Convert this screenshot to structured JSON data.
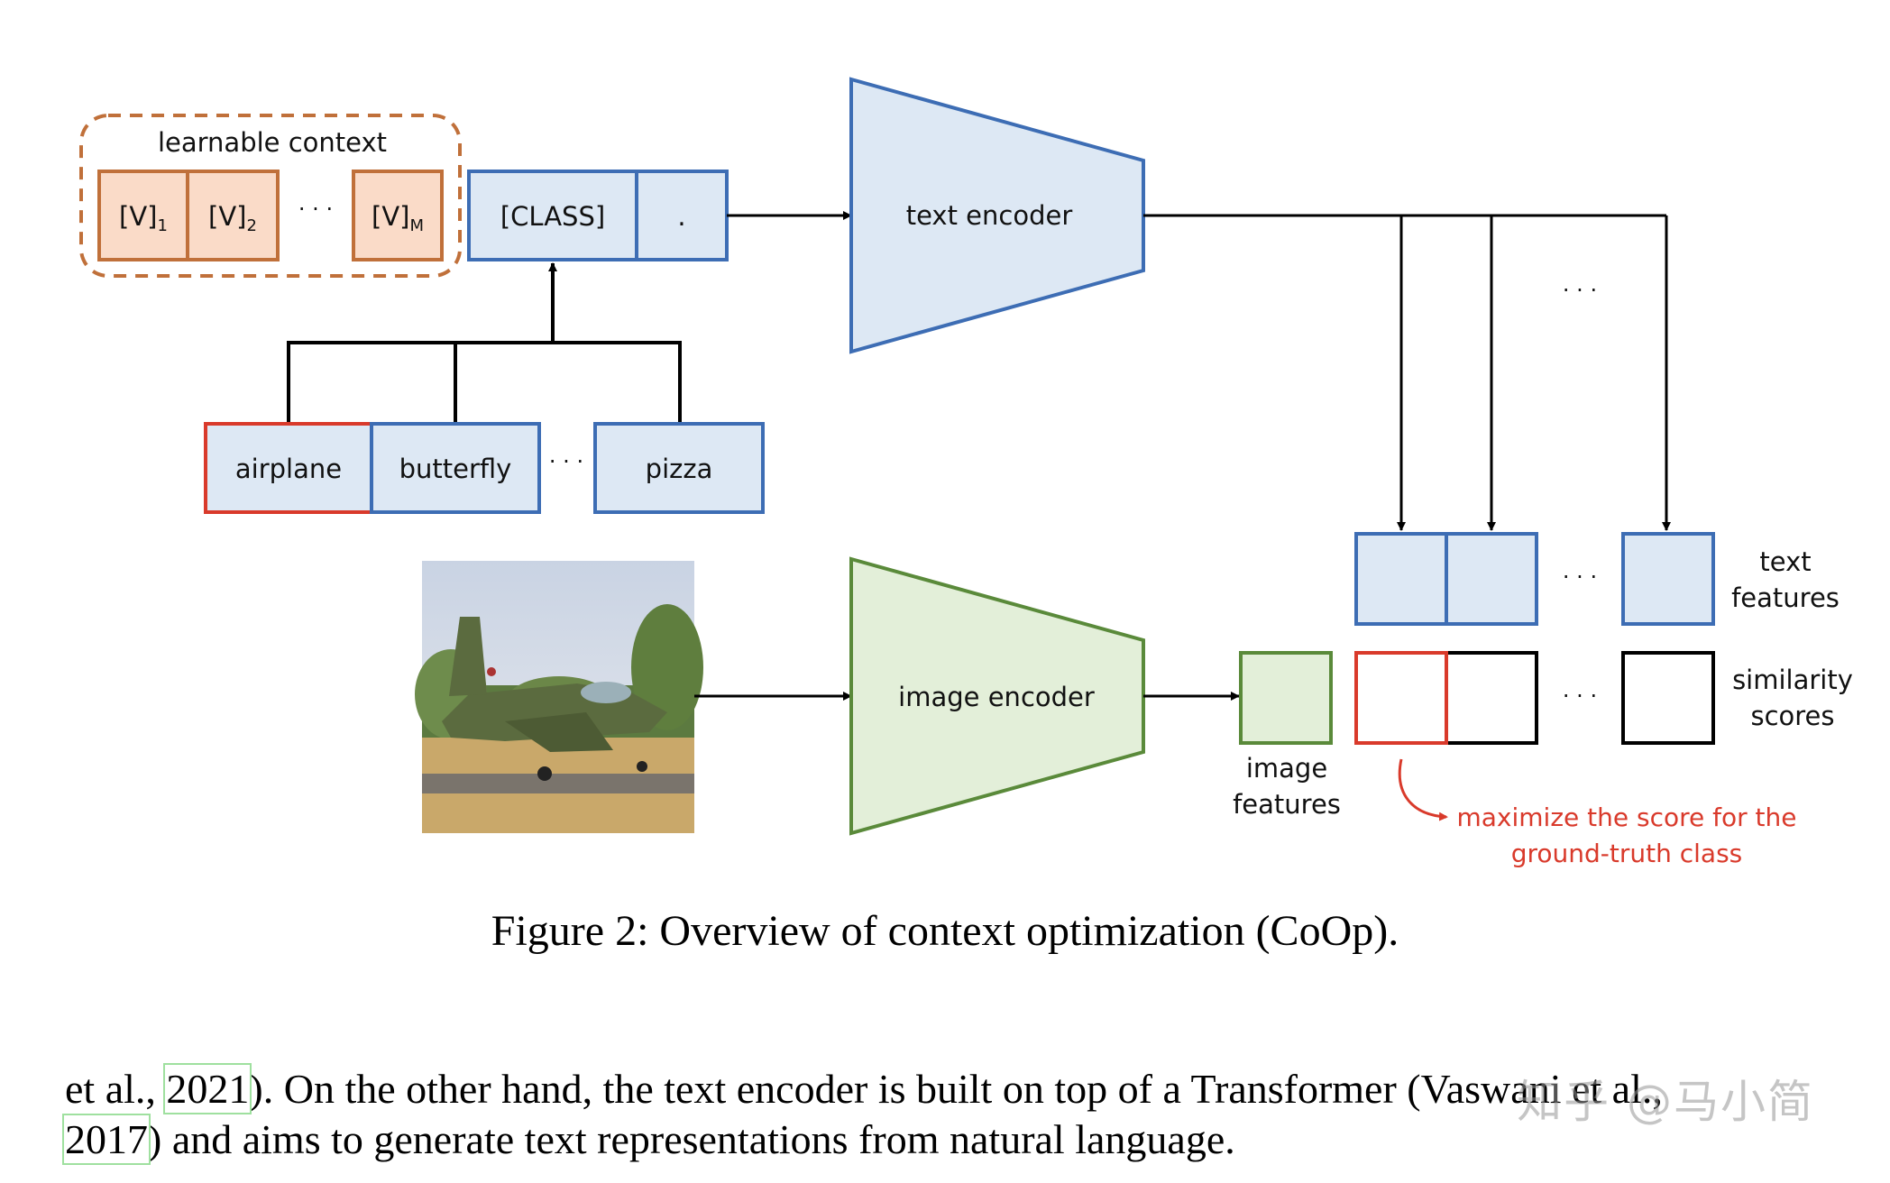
{
  "figure": {
    "learnable_context": "learnable context",
    "tokens": [
      "[V]",
      "[V]",
      "[V]"
    ],
    "token_subs": [
      "1",
      "2",
      "M"
    ],
    "ellipsis": "· · ·",
    "class_token": "[CLASS]",
    "period_token": ".",
    "classes": [
      "airplane",
      "butterfly",
      "pizza"
    ],
    "text_encoder": "text encoder",
    "image_encoder": "image encoder",
    "image_features": [
      "image",
      "features"
    ],
    "text_features": [
      "text",
      "features"
    ],
    "similarity_scores": [
      "similarity",
      "scores"
    ],
    "maximize_note": [
      "maximize the score for the",
      "ground-truth class"
    ],
    "colors": {
      "context_fill": "#fadbc8",
      "context_stroke": "#c0703a",
      "blue_fill": "#dde8f4",
      "blue_stroke": "#3d6db4",
      "green_fill": "#e3efd9",
      "green_stroke": "#5a8a3a",
      "highlight": "#d93a2b"
    }
  },
  "caption": "Figure 2: Overview of context optimization (CoOp).",
  "paragraph": {
    "line1_a": "et al.,",
    "line1_cite": "2021",
    "line1_b": ").  On the other hand, the text encoder is built on top of a Transformer (Vaswani et al.,",
    "line2_cite": "2017",
    "line2_b": ") and aims to generate text representations from natural language."
  },
  "watermark": "知乎 @马小简"
}
